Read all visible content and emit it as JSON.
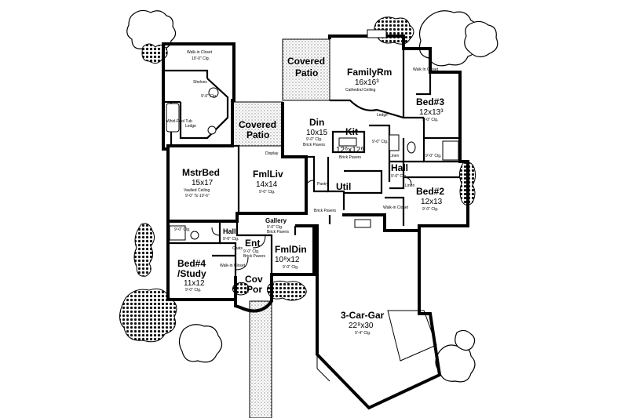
{
  "rooms": {
    "family_rm": {
      "name": "FamilyRm",
      "dim": "16x16³",
      "note": "Cathedral Ceiling"
    },
    "covered_patio_rear": {
      "name_line1": "Covered",
      "name_line2": "Patio"
    },
    "covered_patio_mid": {
      "name_line1": "Covered",
      "name_line2": "Patio"
    },
    "walk_in_closet_master": {
      "name": "Walk-in Closet",
      "note": "10'-0\" Clg."
    },
    "master_bath_note": {
      "note": "9'-0\" Clg."
    },
    "shelves": {
      "note": "Shelves"
    },
    "whirlpool": {
      "note": "Whirl-Pool Tub"
    },
    "ledge_master": {
      "note": "Ledge"
    },
    "mstr_bed": {
      "name": "MstrBed",
      "dim": "15x17",
      "note1": "Vaulted Ceiling",
      "note2": "9'-0\" To 10'-6\""
    },
    "fml_liv": {
      "name": "FmlLiv",
      "dim": "14x14",
      "note": "9'-0\" Clg."
    },
    "display": {
      "note": "Display"
    },
    "din": {
      "name": "Din",
      "dim": "10x15",
      "note1": "9'-0\" Clg.",
      "note2": "Brick Pavers"
    },
    "kit": {
      "name": "Kit",
      "dim": "12⁶x12⁶",
      "note1": "9'-0\" Clg.",
      "note2": "Brick Pavers"
    },
    "ledge_kit": {
      "note": "Ledge"
    },
    "pantry": {
      "note": "Pantry"
    },
    "util": {
      "name": "Util"
    },
    "brick_pavers_util": {
      "note": "Brick Pavers"
    },
    "bed3": {
      "name": "Bed#3",
      "dim": "12x13³",
      "note": "9'-0\" Clg."
    },
    "walk_in_bed3": {
      "note": "Walk In Closet"
    },
    "bath_bed3": {
      "note": "9'-0\" Clg."
    },
    "linen_upper": {
      "note": "Linen"
    },
    "linen_lower": {
      "note": "Linen"
    },
    "hall_east": {
      "name": "Hall",
      "note": "9'-0\" Clg."
    },
    "bed2": {
      "name": "Bed#2",
      "dim": "12x13",
      "note": "9'-0\" Clg."
    },
    "walk_in_bed2": {
      "note": "Walk-in Closet"
    },
    "gallery": {
      "name": "Gallery",
      "note1": "9'-0\" Clg.",
      "note2": "Brick Pavers"
    },
    "hall_west": {
      "name": "Hall",
      "note": "9'-0\" Clg."
    },
    "bath_west": {
      "note": "9'-0\" Clg."
    },
    "ent": {
      "name": "Ent",
      "note1": "9'-0\" Clg.",
      "note2": "Brick Pavers"
    },
    "coats": {
      "note": "Coats"
    },
    "fml_din": {
      "name": "FmlDin",
      "dim": "10⁸x12",
      "note": "9'-0\" Clg."
    },
    "bed4": {
      "name_line1": "Bed#4",
      "name_line2": "/Study",
      "dim": "11x12",
      "note": "9'-0\" Clg."
    },
    "walk_in_bed4": {
      "note": "Walk-in Closet"
    },
    "cov_por": {
      "name_line1": "Cov",
      "name_line2": "Por"
    },
    "garage": {
      "name": "3-Car-Gar",
      "dim": "22⁸x30",
      "note": "9'-4\" Clg."
    }
  }
}
